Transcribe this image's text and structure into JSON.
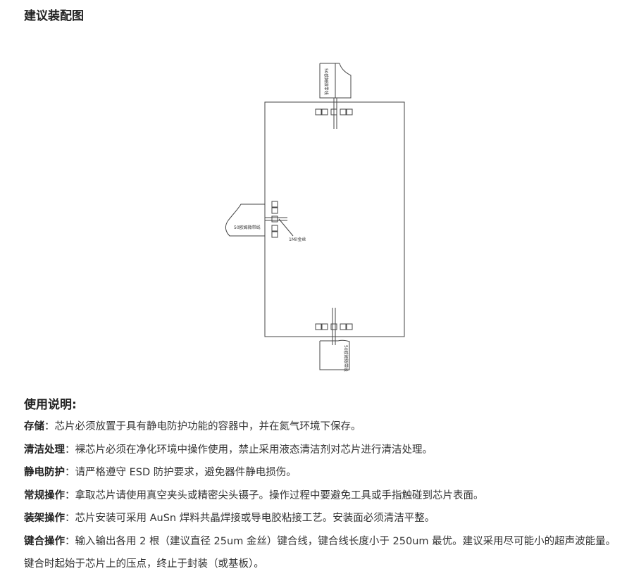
{
  "assembly": {
    "title": "建议装配图"
  },
  "diagram": {
    "label_top_line": "50欧姆微带线",
    "label_left_line": "50欧姆微带线",
    "label_bottom_line": "50欧姆微带线",
    "label_gold_wire": "1Mil金丝"
  },
  "usage": {
    "title": "使用说明:",
    "notes": [
      {
        "label": "存储",
        "text": "：芯片必须放置于具有静电防护功能的容器中，并在氮气环境下保存。"
      },
      {
        "label": "清洁处理",
        "text": "：裸芯片必须在净化环境中操作使用，禁止采用液态清洁剂对芯片进行清洁处理。"
      },
      {
        "label": "静电防护",
        "text": "：请严格遵守 ESD 防护要求，避免器件静电损伤。"
      },
      {
        "label": "常规操作",
        "text": "：拿取芯片请使用真空夹头或精密尖头镊子。操作过程中要避免工具或手指触碰到芯片表面。"
      },
      {
        "label": "装架操作",
        "text": "：芯片安装可采用 AuSn 焊料共晶焊接或导电胶粘接工艺。安装面必须清洁平整。"
      },
      {
        "label": "键合操作",
        "text": "：输入输出各用 2 根（建议直径 25um 金丝）键合线，键合线长度小于 250um 最优。建议采用尽可能小的超声波能量。键合时起始于芯片上的压点，终止于封装（或基板）。"
      }
    ]
  }
}
